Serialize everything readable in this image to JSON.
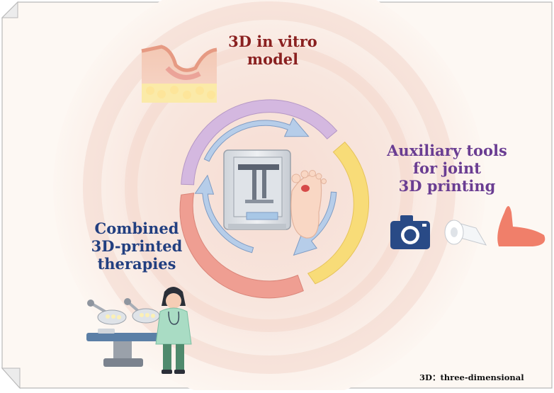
{
  "labels": {
    "top": [
      "3D in vitro",
      "model"
    ],
    "right": [
      "Auxiliary tools",
      "for joint",
      "3D printing"
    ],
    "left": [
      "Combined",
      "3D-printed",
      "therapies"
    ]
  },
  "footnote": "3D：three-dimensional",
  "colors": {
    "top_title": "#8a2020",
    "right_title": "#6a3d92",
    "left_title": "#223f80",
    "segment_purple": "#d4b8e0",
    "segment_yellow": "#f8dc78",
    "segment_red": "#ef9e92",
    "arrow_blue": "#b6cde9"
  },
  "icons": [
    "skin-section-icon",
    "bioprinter-icon",
    "wounded-foot-icon",
    "camera-icon",
    "bandage-roll-icon",
    "foot-icon",
    "surgical-lamp-icon",
    "operating-table-icon",
    "doctor-icon"
  ]
}
